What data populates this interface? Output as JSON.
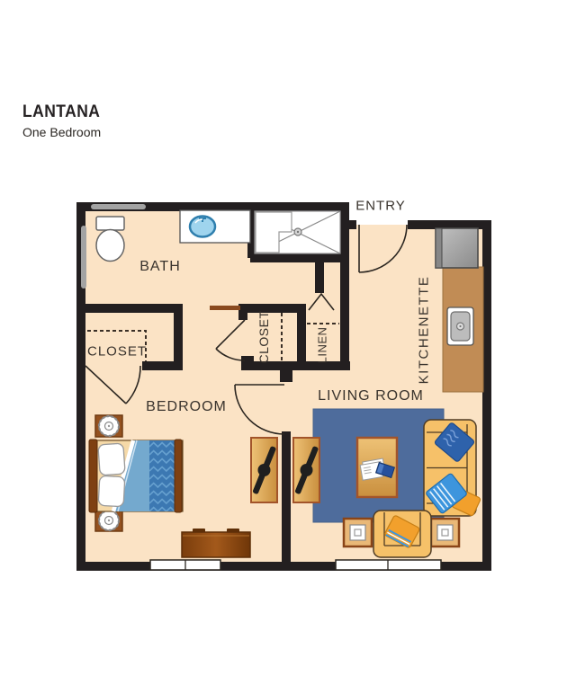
{
  "header": {
    "title": "LANTANA",
    "subtitle": "One Bedroom"
  },
  "floor_plan": {
    "rooms": {
      "bath": {
        "label": "BATH"
      },
      "entry": {
        "label": "ENTRY"
      },
      "closet_left": {
        "label": "CLOSET"
      },
      "closet_middle": {
        "label": "CLOSET"
      },
      "linen": {
        "label": "LINEN"
      },
      "kitchenette": {
        "label": "KITCHENETTE"
      },
      "bedroom": {
        "label": "BEDROOM"
      },
      "living_room": {
        "label": "LIVING ROOM"
      }
    },
    "fixtures": [
      "toilet",
      "grab-bars",
      "vanity-sink",
      "shower-with-bench",
      "shower-drain",
      "sliding-bath-door",
      "entry-door",
      "closet-doors",
      "linen-bifold-door",
      "closet-shelf-lines",
      "refrigerator",
      "kitchenette-counter",
      "kitchen-sink",
      "bed",
      "pillows",
      "nightstands",
      "table-lamps",
      "dresser",
      "tv-consoles",
      "area-rug",
      "coffee-table",
      "magazines",
      "remote",
      "sofa",
      "throw-pillows",
      "armchair",
      "end-tables",
      "windows"
    ],
    "colors": {
      "wall": "#231f20",
      "floor": "#fbe3c5",
      "rug": "#4e6c9c",
      "upholstery": "#f6c169",
      "counter": "#c18c55",
      "wood_dark": "#94511f",
      "blanket_light": "#74a9ce",
      "blanket_dark": "#3c78b2",
      "pillow_navy": "#2e62ab",
      "pillow_sky": "#3d95dd",
      "pillow_orange": "#f2a02c",
      "appliance_gray": "#b0b0b0",
      "sink_blue": "#9fd4ee"
    }
  }
}
